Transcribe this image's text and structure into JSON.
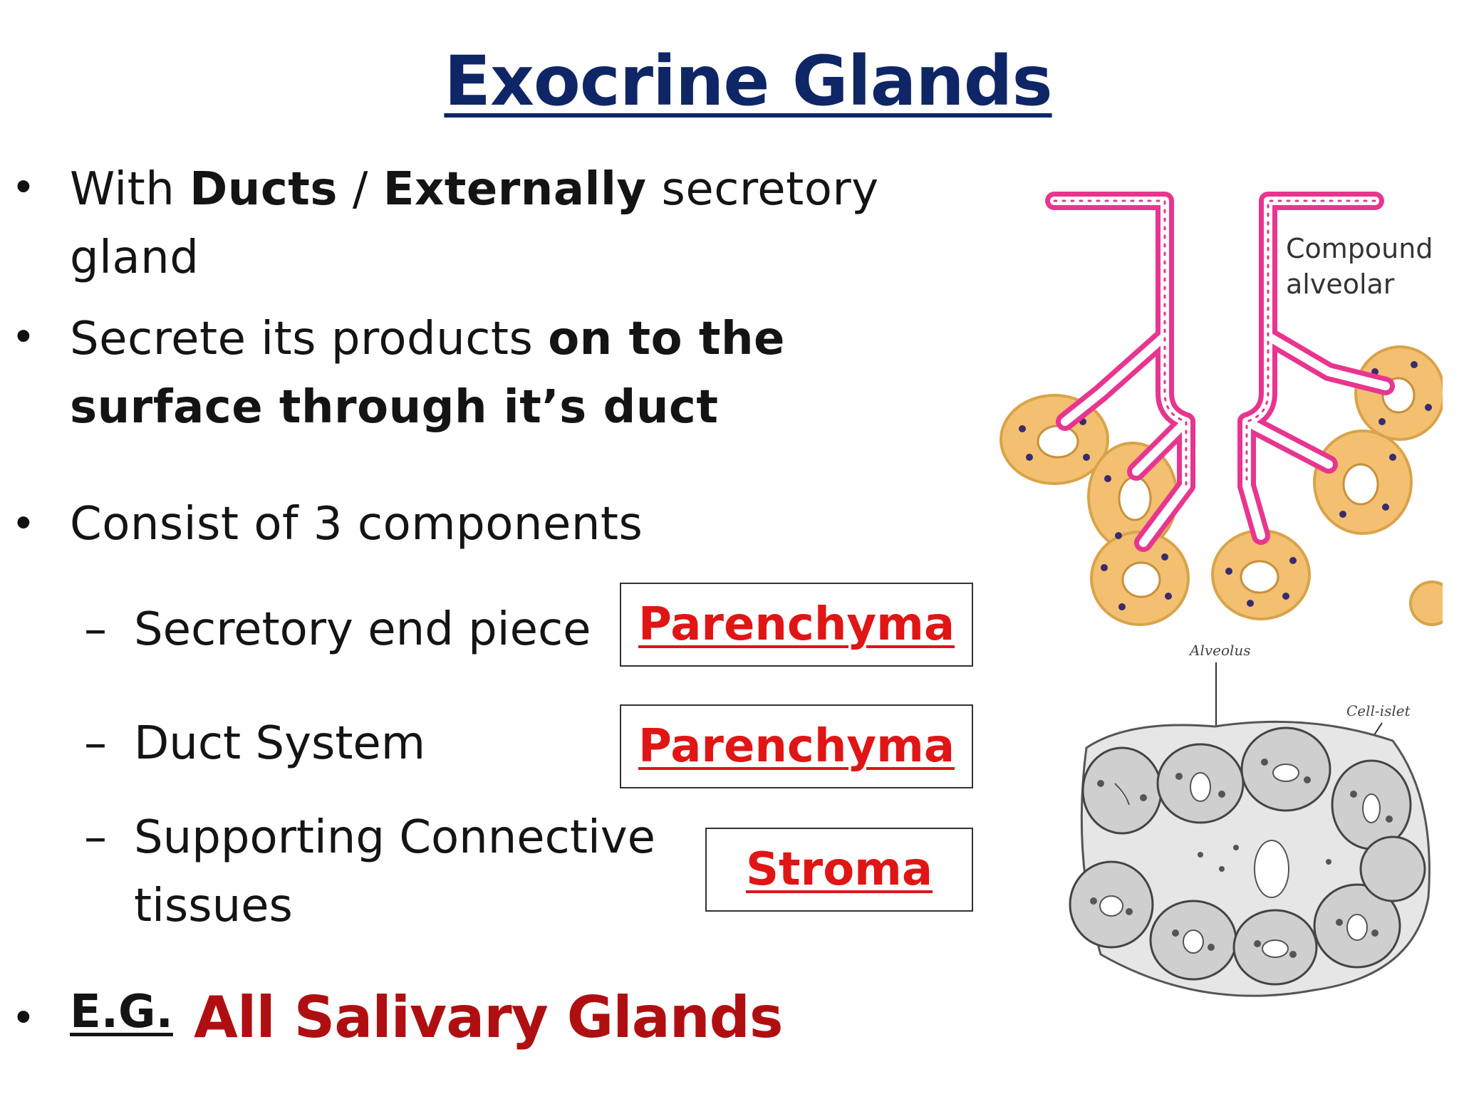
{
  "title": "Exocrine Glands",
  "bullets": [
    {
      "plain1": "With ",
      "bold1": "Ducts",
      "plain2": " / ",
      "bold2": "Externally",
      "plain3": " secretory",
      "line2": "gland"
    },
    {
      "plain1": "Secrete its products ",
      "bold1": "on to the",
      "line2": "surface through it’s duct"
    },
    {
      "text": "Consist of 3 components"
    }
  ],
  "components": [
    {
      "dash": "–",
      "label": "Secretory end piece",
      "tag": "Parenchyma"
    },
    {
      "dash": "–",
      "label": "Duct System",
      "tag": "Parenchyma"
    },
    {
      "dash": "–",
      "label": "Supporting Connective",
      "label2": "tissues",
      "tag": "Stroma"
    }
  ],
  "example": {
    "prefix": "E.G.",
    "text": "All Salivary Glands"
  },
  "figure1": {
    "label_line1": "Compound",
    "label_line2": "alveolar"
  },
  "figure2": {
    "label_alveolus": "Alveolus",
    "label_cell_islet": "Cell-islet"
  },
  "colors": {
    "title": "#0f2666",
    "tag": "#e01515",
    "example": "#b00f12",
    "duct": "#e8358f",
    "acinus": "#f2c070"
  }
}
